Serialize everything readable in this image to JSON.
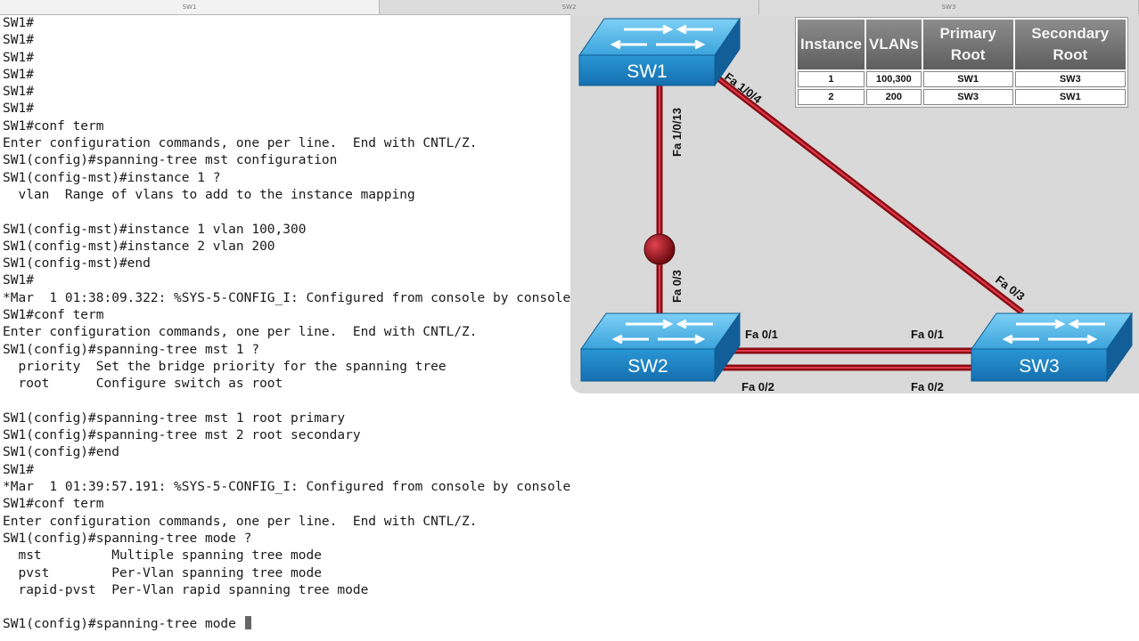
{
  "tabs": [
    "SW1",
    "SW2",
    "SW3"
  ],
  "terminal_lines": [
    "SW1#",
    "SW1#",
    "SW1#",
    "SW1#",
    "SW1#",
    "SW1#",
    "SW1#conf term",
    "Enter configuration commands, one per line.  End with CNTL/Z.",
    "SW1(config)#spanning-tree mst configuration",
    "SW1(config-mst)#instance 1 ?",
    "  vlan  Range of vlans to add to the instance mapping",
    "",
    "SW1(config-mst)#instance 1 vlan 100,300",
    "SW1(config-mst)#instance 2 vlan 200",
    "SW1(config-mst)#end",
    "SW1#",
    "*Mar  1 01:38:09.322: %SYS-5-CONFIG_I: Configured from console by console",
    "SW1#conf term",
    "Enter configuration commands, one per line.  End with CNTL/Z.",
    "SW1(config)#spanning-tree mst 1 ?",
    "  priority  Set the bridge priority for the spanning tree",
    "  root      Configure switch as root",
    "",
    "SW1(config)#spanning-tree mst 1 root primary",
    "SW1(config)#spanning-tree mst 2 root secondary",
    "SW1(config)#end",
    "SW1#",
    "*Mar  1 01:39:57.191: %SYS-5-CONFIG_I: Configured from console by console",
    "SW1#conf term",
    "Enter configuration commands, one per line.  End with CNTL/Z.",
    "SW1(config)#spanning-tree mode ?",
    "  mst         Multiple spanning tree mode",
    "  pvst        Per-Vlan spanning tree mode",
    "  rapid-pvst  Per-Vlan rapid spanning tree mode",
    "",
    "SW1(config)#spanning-tree mode "
  ],
  "diagram": {
    "switches": [
      "SW1",
      "SW2",
      "SW3"
    ],
    "ports": {
      "sw1_to_sw3": "Fa 1/0/4",
      "sw1_to_sw2": "Fa 1/0/13",
      "sw2_to_sw1": "Fa 0/3",
      "sw3_to_sw1": "Fa 0/3",
      "sw2_top": "Fa 0/1",
      "sw3_top": "Fa 0/1",
      "sw2_bottom": "Fa 0/2",
      "sw3_bottom": "Fa 0/2"
    },
    "colors": {
      "link": "#c8102e",
      "switch": "#1f8fd0",
      "blocked_port": "#8a0d14"
    },
    "table": {
      "headers": [
        "Instance",
        "VLANs",
        "Primary Root",
        "Secondary Root"
      ],
      "rows": [
        [
          "1",
          "100,300",
          "SW1",
          "SW3"
        ],
        [
          "2",
          "200",
          "SW3",
          "SW1"
        ]
      ]
    }
  }
}
